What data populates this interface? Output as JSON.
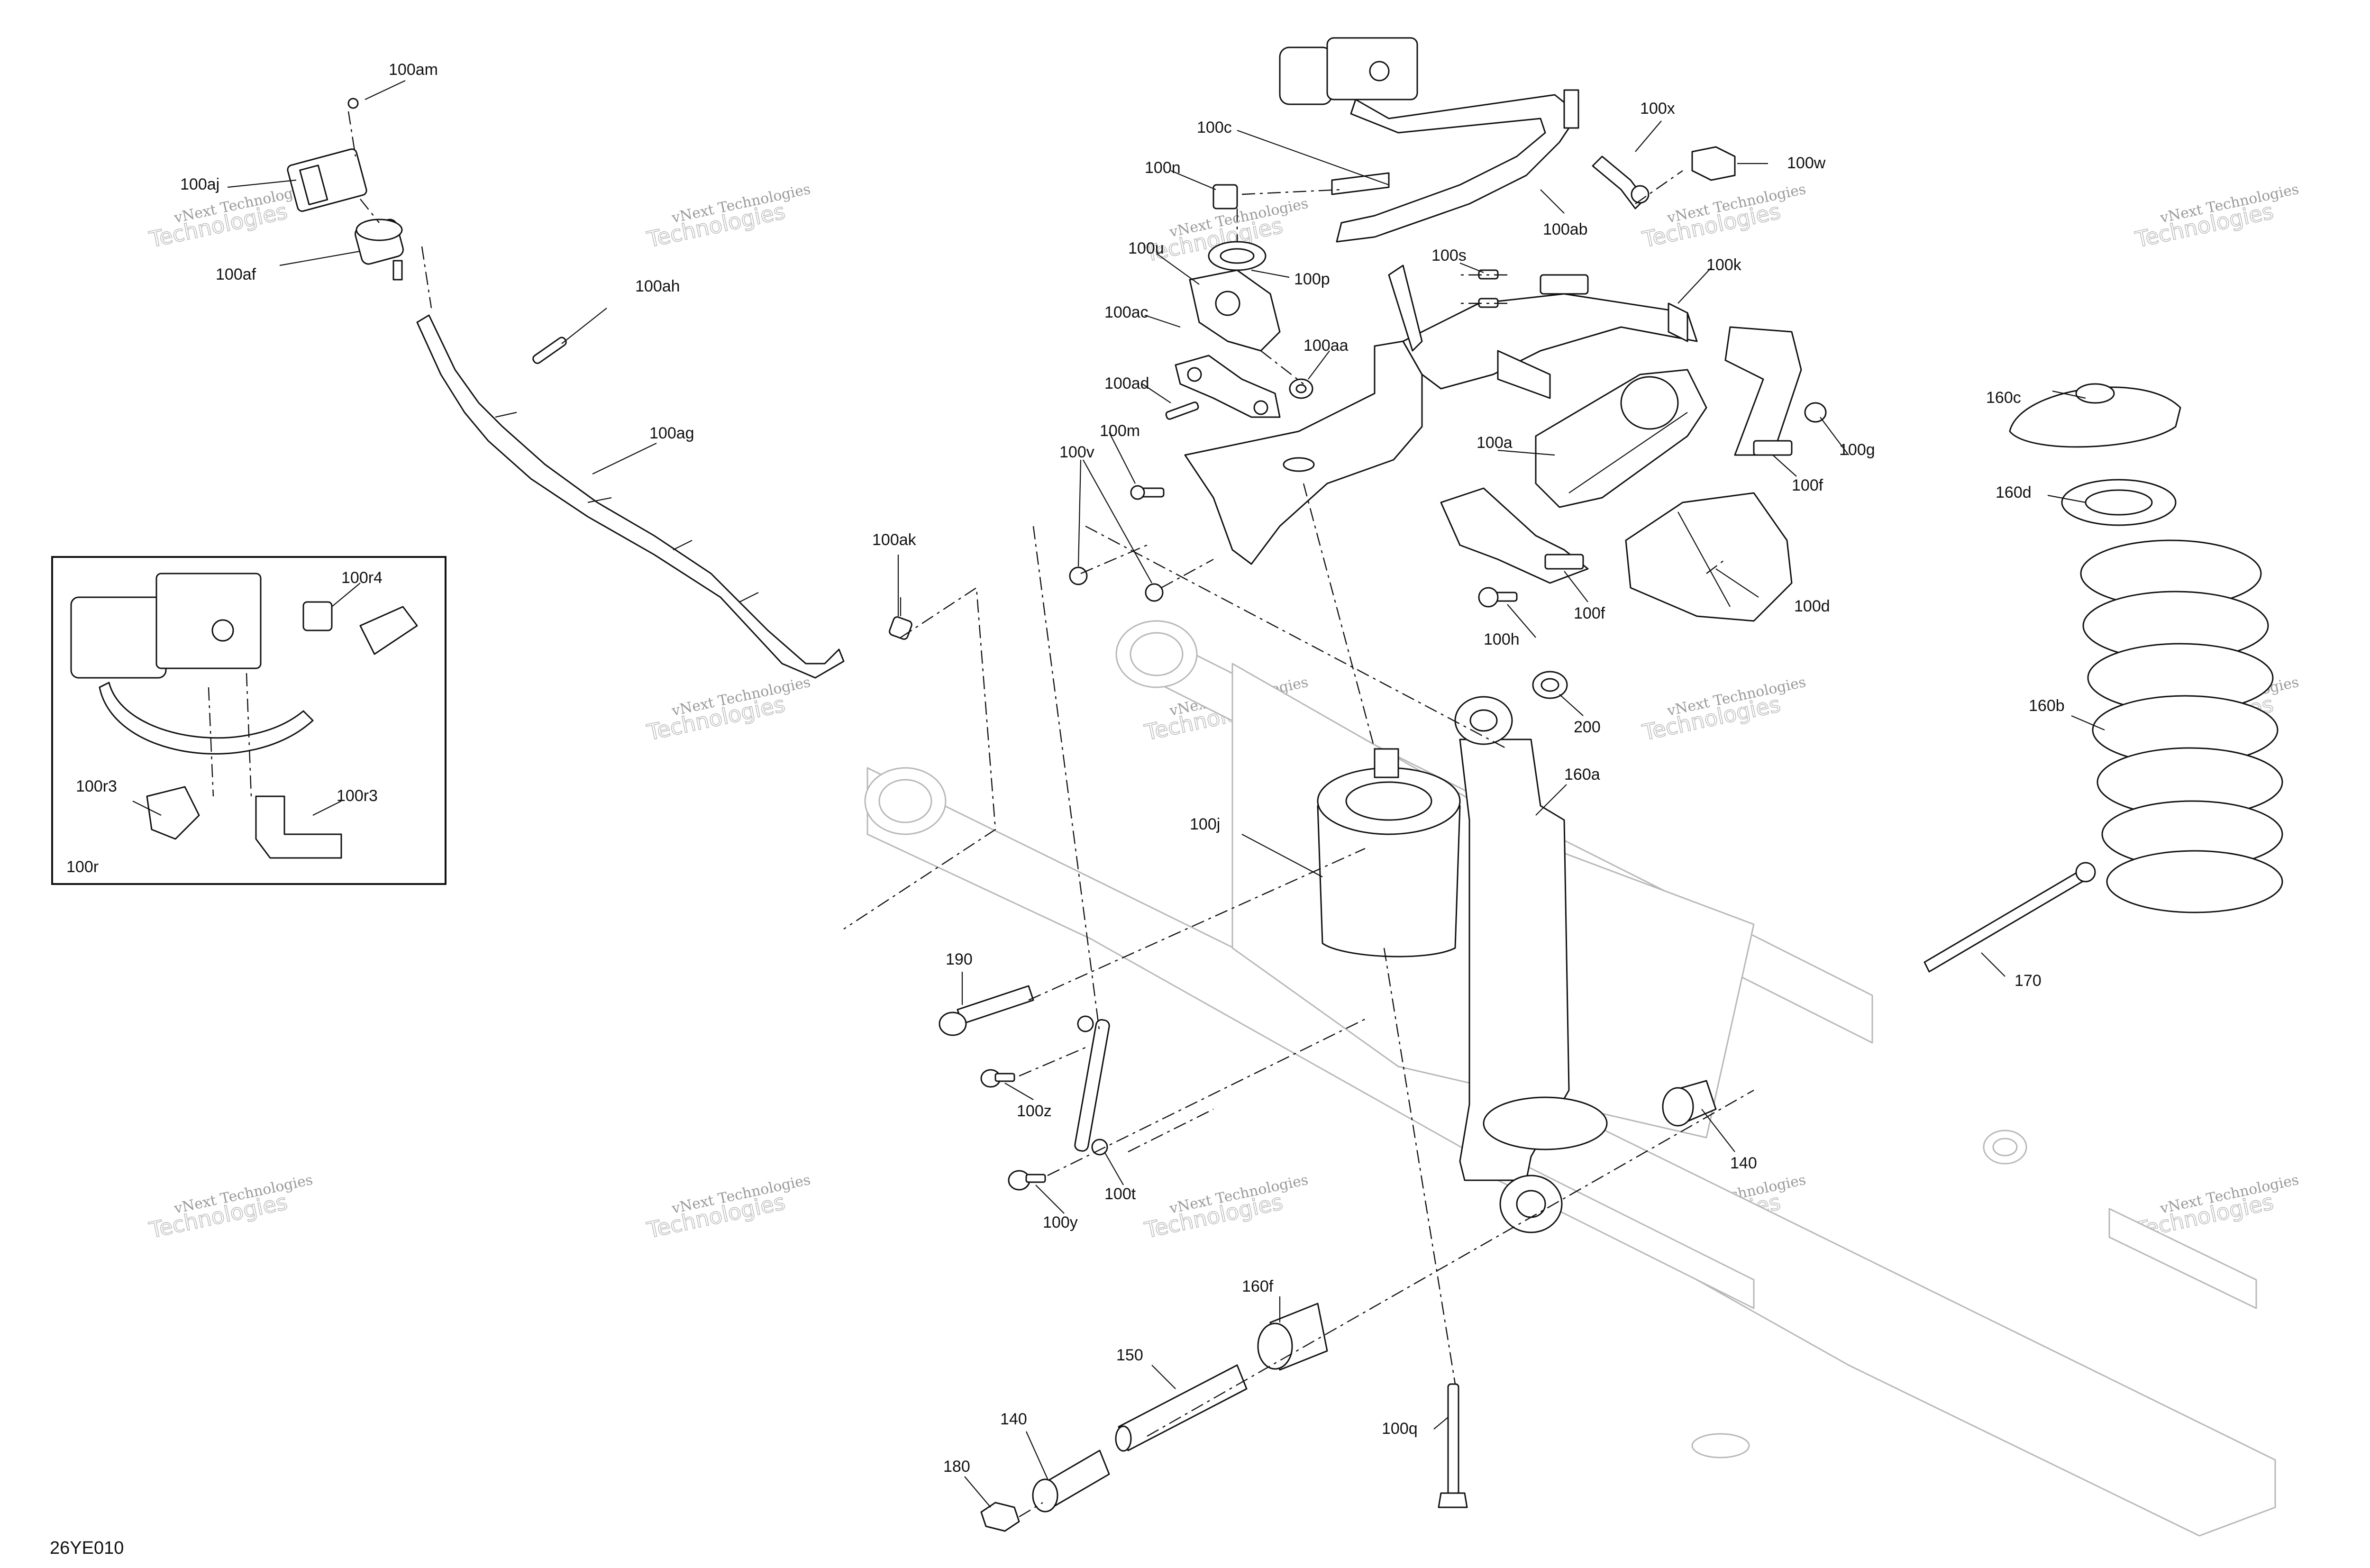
{
  "diagram": {
    "code": "26YE010",
    "watermark": {
      "line1": "vNext Technologies",
      "line2": "Technologies"
    },
    "inset": {
      "label": "100r"
    },
    "callouts": [
      "100am",
      "100aj",
      "100af",
      "100ah",
      "100ag",
      "100ak",
      "100c",
      "100n",
      "100u",
      "100p",
      "100x",
      "100w",
      "100ab",
      "100s",
      "100k",
      "100ac",
      "100aa",
      "100ad",
      "100m",
      "100v",
      "100a",
      "100g",
      "100f",
      "100d",
      "100h",
      "200",
      "160a",
      "100j",
      "190",
      "100z",
      "100t",
      "100y",
      "140",
      "160f",
      "150",
      "180",
      "100q",
      "160c",
      "160d",
      "160b",
      "170",
      "100r4",
      "100r3",
      "100r3"
    ]
  }
}
